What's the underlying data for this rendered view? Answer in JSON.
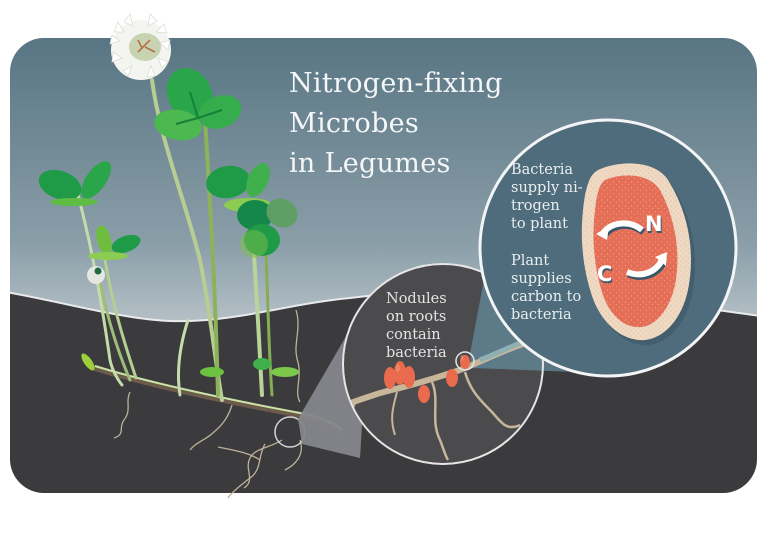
{
  "title": {
    "lines": [
      "Nitrogen-fixing",
      "Microbes",
      "in Legumes"
    ]
  },
  "callouts": {
    "bacteria_supply": {
      "lines": [
        "Bacteria",
        "supply ni-",
        "trogen",
        "to plant"
      ]
    },
    "plant_supplies": {
      "lines": [
        "Plant",
        "supplies",
        "carbon to",
        "bacteria"
      ]
    },
    "nodules": {
      "lines": [
        "Nodules",
        "on roots",
        "contain",
        "bacteria"
      ]
    }
  },
  "elements": {
    "nitrogen": "N",
    "carbon": "C"
  },
  "colors": {
    "sky_top": "#5a7785",
    "sky_bottom": "#e3e6e8",
    "soil": "#3a3a3c",
    "big_circle_fill": "#4f6d7c",
    "mid_circle_fill": "#4a4a4d",
    "cone_fill": "#7d7f84",
    "nodule_outer": "#ecd3bd",
    "nodule_inner": "#e36c55",
    "leaf_dark": "#1d9b4a",
    "leaf_light": "#49b84f",
    "stem": "#a8c27a",
    "root": "#bfb39c"
  }
}
